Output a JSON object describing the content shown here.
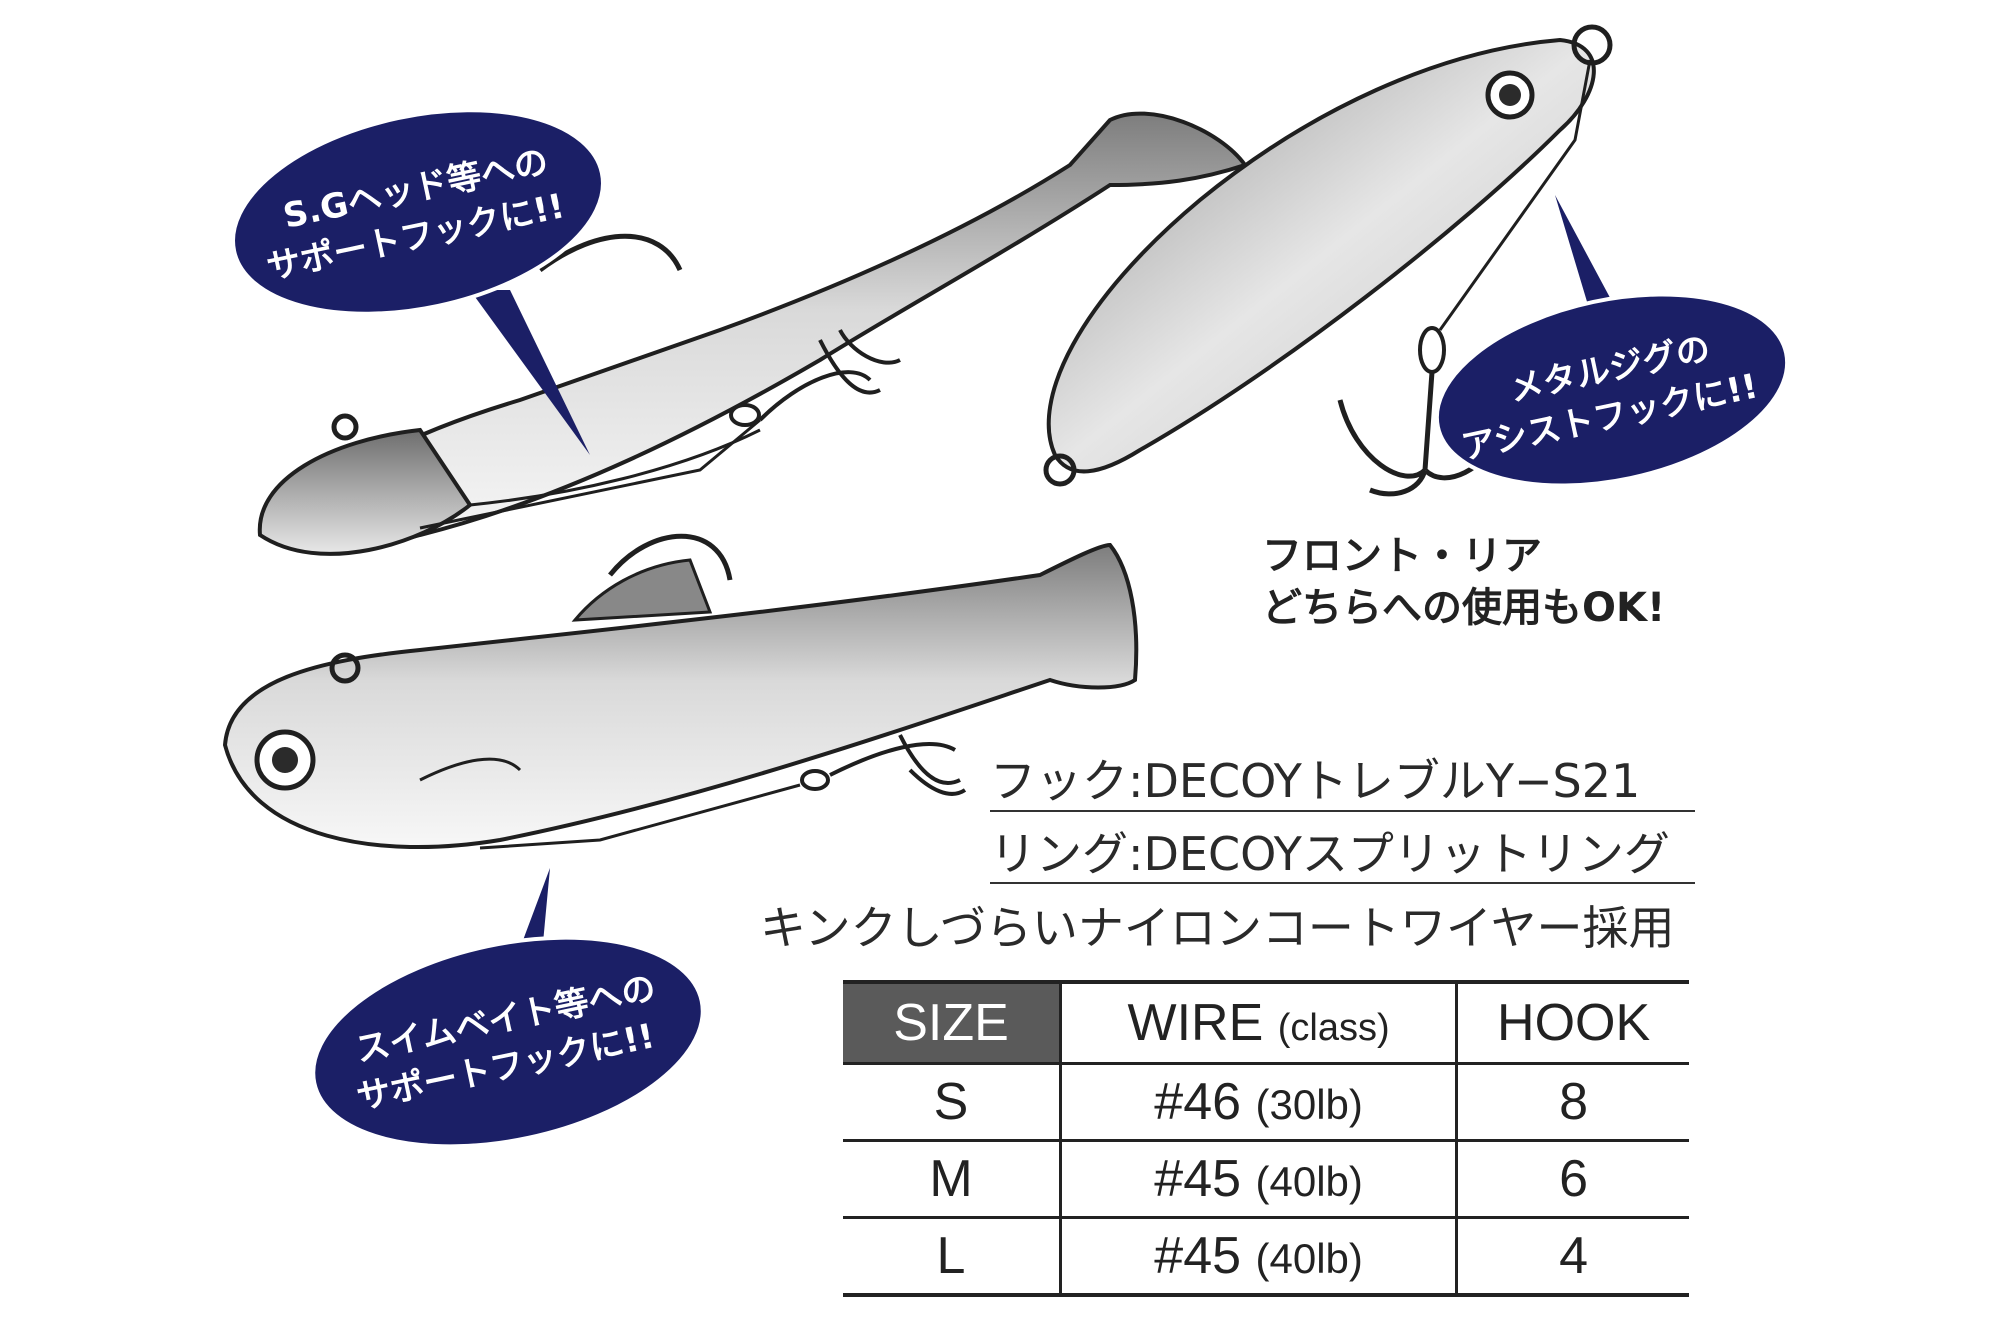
{
  "callouts": {
    "sg_head": [
      "S.Gヘッド等への",
      "サポートフックに!!"
    ],
    "metal_jig": [
      "メタルジグの",
      "アシストフックに!!"
    ],
    "swimbait": [
      "スイムベイト等への",
      "サポートフックに!!"
    ]
  },
  "front_rear_note": [
    "フロント・リア",
    "どちらへの使用もOK!"
  ],
  "specs": {
    "hook": "フック:DECOYトレブルY−S21",
    "ring": "リング:DECOYスプリットリング",
    "wire": "キンクしづらいナイロンコートワイヤー採用"
  },
  "table": {
    "headers": {
      "size": "SIZE",
      "wire": "WIRE",
      "wire_unit": "(class)",
      "hook": "HOOK"
    },
    "rows": [
      {
        "size": "S",
        "wire": "#46",
        "wire_lb": "(30lb)",
        "hook": "8"
      },
      {
        "size": "M",
        "wire": "#45",
        "wire_lb": "(40lb)",
        "hook": "6"
      },
      {
        "size": "L",
        "wire": "#45",
        "wire_lb": "(40lb)",
        "hook": "4"
      }
    ]
  },
  "colors": {
    "bubble": "#1b1f66",
    "lure_dark": "#8a8a8a",
    "lure_light": "#f2f2f2"
  }
}
